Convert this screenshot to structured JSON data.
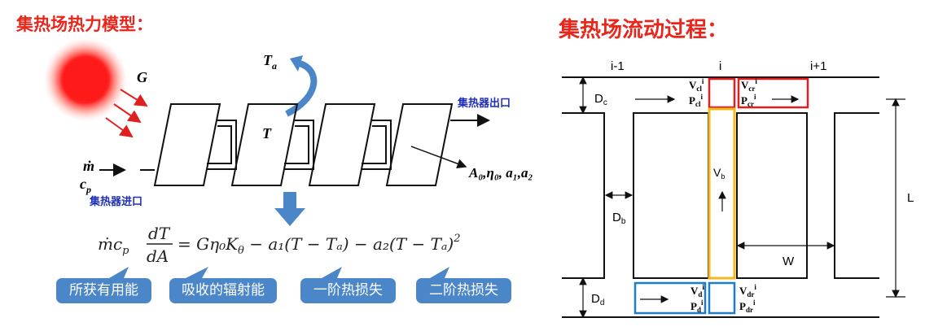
{
  "left": {
    "title": "集热场热力模型：",
    "inlet_label": "集热器进口",
    "outlet_label": "集热器出口",
    "symbols": {
      "ambient": "T",
      "ambient_sub": "a",
      "irradiance": "G",
      "mass_flow": "ṁ",
      "cp": "c",
      "cp_sub": "p",
      "temperature": "T",
      "params": "A₀,η₀, a₁,a₂"
    },
    "equation": {
      "lhs_prefix": "ṁc",
      "lhs_sub": "p",
      "numer": "dT",
      "denom": "dA",
      "rhs": "= Gη₀K",
      "rhs_theta": "θ",
      "rhs_rest": " − a₁(T − Tₐ) − a₂(T − Tₐ)",
      "rhs_exp": "2"
    },
    "callouts": [
      "所获有用能",
      "吸收的辐射能",
      "一阶热损失",
      "二阶热损失"
    ],
    "colors": {
      "sun": "#ff1a1a",
      "arrow_blue": "#4a86c8",
      "rays": "#e02020"
    }
  },
  "right": {
    "title": "集热场流动过程：",
    "col_labels": [
      "i-1",
      "i",
      "i+1"
    ],
    "Dc": "D",
    "Dc_sub": "c",
    "Db": "D",
    "Db_sub": "b",
    "Dd": "D",
    "Dd_sub": "d",
    "L": "L",
    "W": "W",
    "Vb": "V",
    "Vb_sub": "b",
    "Vcl": "V",
    "Vcl_sub": "cl",
    "Vcl_sup": "i",
    "Pcl": "P",
    "Pcl_sub": "cl",
    "Pcl_sup": "i",
    "Vcr": "V",
    "Vcr_sub": "cr",
    "Vcr_sup": "i",
    "Pcr": "P",
    "Pcr_sub": "cr",
    "Pcr_sup": "i",
    "Vdl": "V",
    "Vdl_sub": "d",
    "Vdl_sup": "i",
    "Pdl": "P",
    "Pdl_sub": "d",
    "Pdl_sup": "i",
    "Vdr": "V",
    "Vdr_sub": "dr",
    "Vdr_sup": "i",
    "Pdr": "P",
    "Pdr_sub": "dr",
    "Pdr_sup": "i",
    "colors": {
      "red_box": "#e02020",
      "yellow_box": "#f2b81c",
      "blue_box": "#1f7dc8"
    }
  }
}
